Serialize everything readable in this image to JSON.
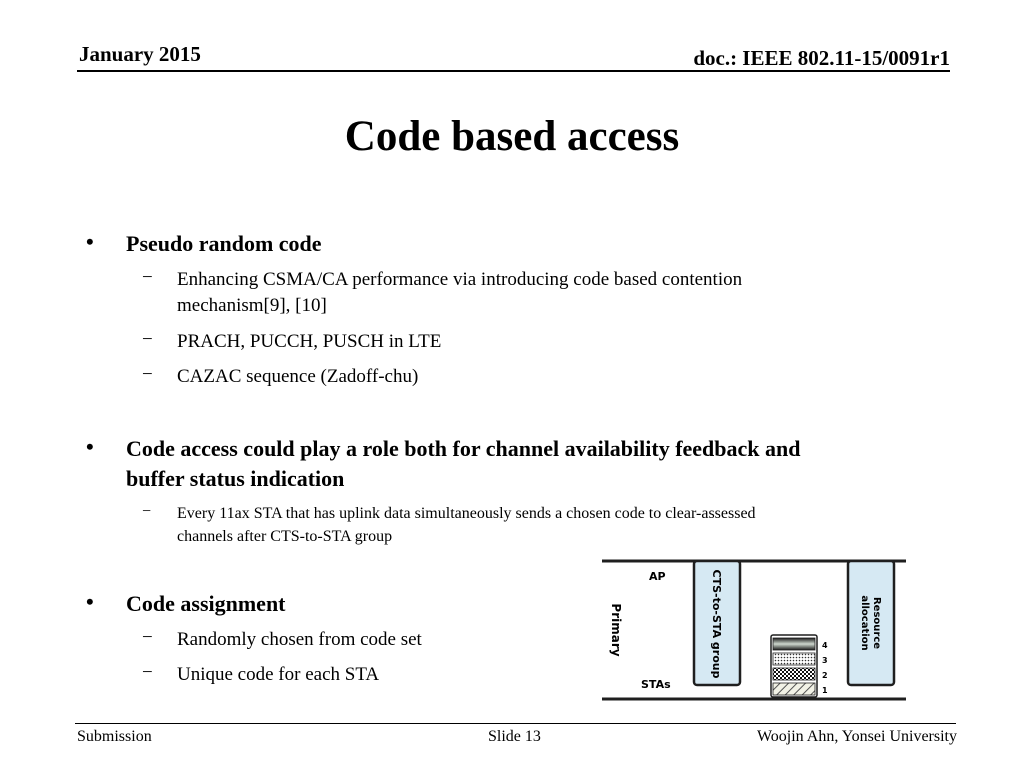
{
  "header": {
    "date": "January 2015",
    "doc": "doc.: IEEE 802.11-15/0091r1"
  },
  "title": "Code based access",
  "bullets": [
    {
      "text": "Pseudo random code",
      "subs": [
        "Enhancing CSMA/CA performance via introducing code based contention",
        "mechanism[9], [10]",
        "PRACH, PUCCH, PUSCH in LTE",
        "CAZAC sequence (Zadoff-chu)"
      ]
    },
    {
      "text_line1": "Code access could play a role both for channel availability feedback and",
      "text_line2": "buffer status indication",
      "subs": [
        "Every 11ax STA that has uplink data simultaneously sends a chosen code to clear-assessed",
        "channels after CTS-to-STA group"
      ]
    },
    {
      "text": "Code assignment",
      "subs": [
        "Randomly chosen from code set",
        "Unique code for each STA"
      ]
    }
  ],
  "bullet_symbol": "•",
  "dash_symbol": "−",
  "diagram": {
    "ap_label": "AP",
    "primary_label": "Primary",
    "stas_label": "STAs",
    "cts_label": "CTS-to-STA group",
    "resource_line1": "Resource",
    "resource_line2": "allocation",
    "code_numbers": [
      "4",
      "3",
      "2",
      "1"
    ],
    "box_fill": "#d6e9f3",
    "box_stroke": "#1f1f1f"
  },
  "footer": {
    "left": "Submission",
    "center": "Slide 13",
    "right": "Woojin Ahn, Yonsei University"
  }
}
